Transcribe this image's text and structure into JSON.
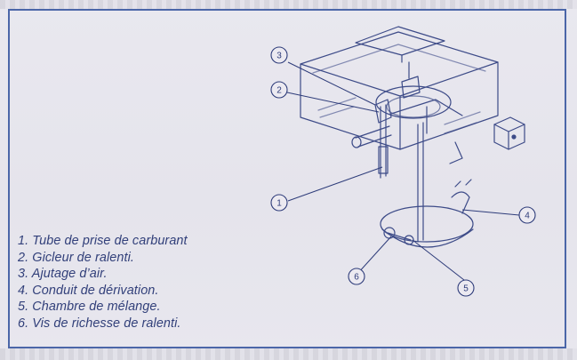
{
  "legend": [
    "1. Tube de prise de carburant",
    "2. Gicleur de ralenti.",
    "3. Ajutage d’air.",
    "4. Conduit de dérivation.",
    "5. Chambre de mélange.",
    "6. Vis de richesse de ralenti."
  ],
  "callouts": [
    "1",
    "2",
    "3",
    "4",
    "5",
    "6"
  ],
  "colors": {
    "ink": "#3d4b88",
    "border": "#4b66a8",
    "paper": "#e8e7ee"
  }
}
